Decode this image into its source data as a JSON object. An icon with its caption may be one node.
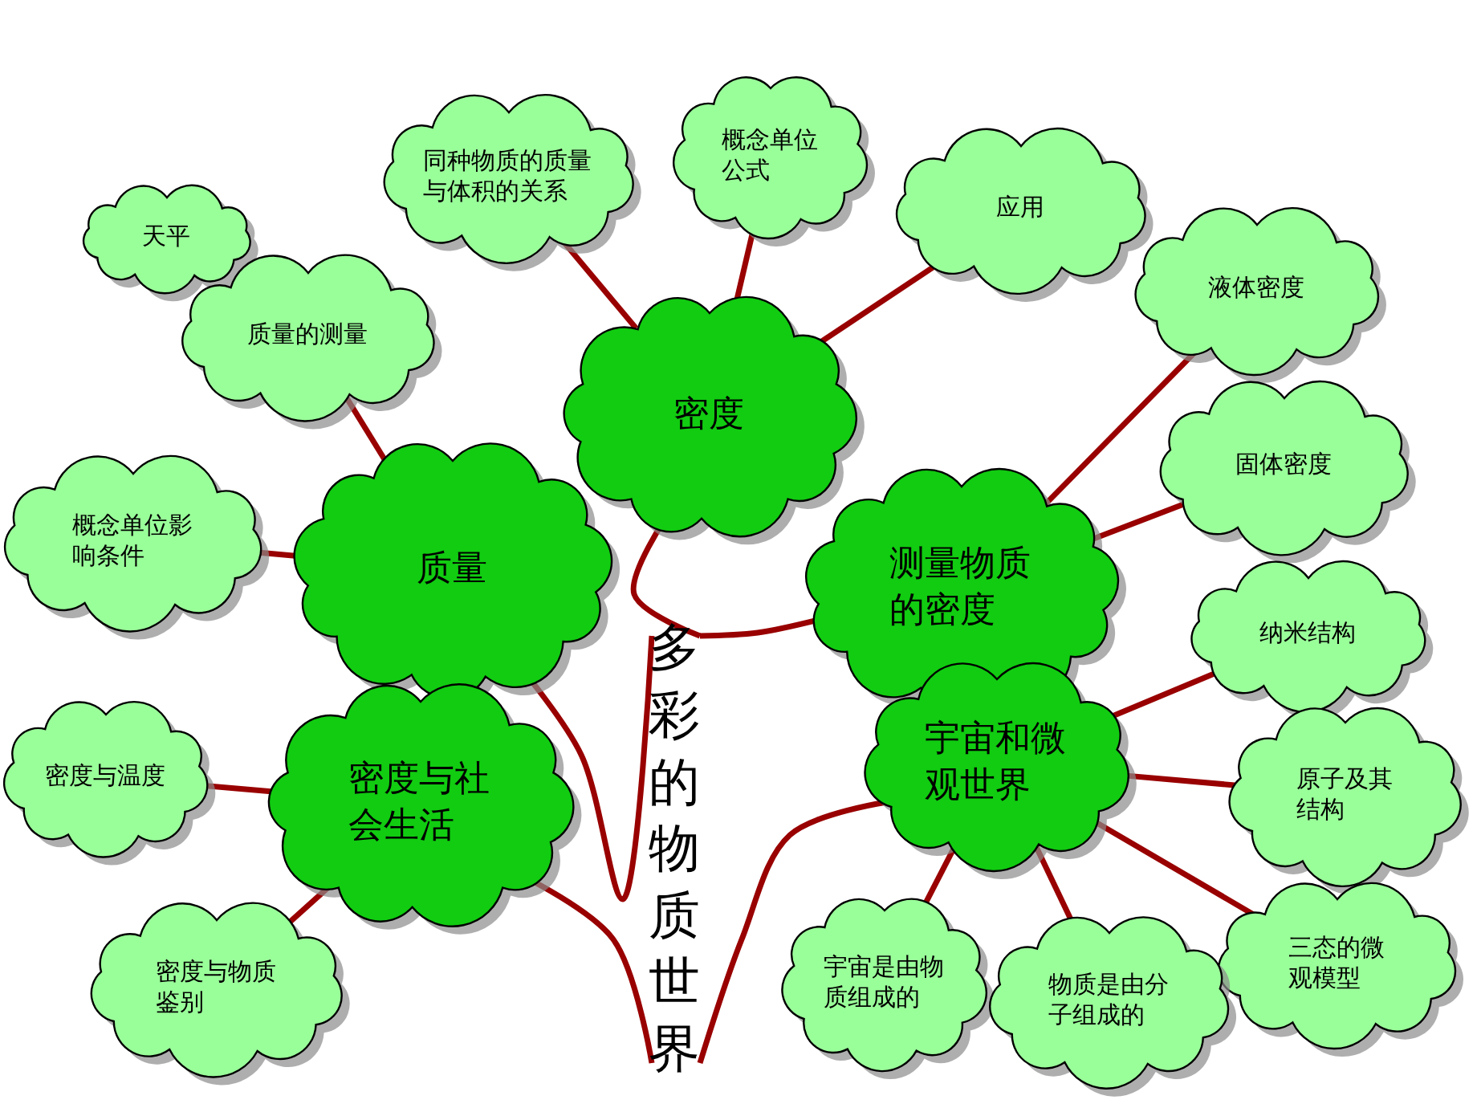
{
  "diagram": {
    "nodes": [
      {
        "text": [
          "多彩的物质世界"
        ]
      },
      {
        "text": [
          "密度"
        ]
      },
      {
        "text": [
          "同种物质的质量与体积的关系"
        ]
      },
      {
        "text": [
          "概念单位公式"
        ]
      },
      {
        "text": [
          "应用"
        ]
      },
      {
        "text": [
          "质量"
        ]
      },
      {
        "text": [
          "天平"
        ]
      },
      {
        "text": [
          "质量的测量"
        ]
      },
      {
        "text": [
          "概念单位影响条件"
        ]
      },
      {
        "text": [
          "测量物质的密度"
        ]
      },
      {
        "text": [
          "液体密度"
        ]
      },
      {
        "text": [
          "固体密度"
        ]
      },
      {
        "text": [
          "密度与社会生活"
        ]
      },
      {
        "text": [
          "密度与温度"
        ]
      },
      {
        "text": [
          "密度与物质鉴别"
        ]
      },
      {
        "text": [
          "宇宙和微观世界"
        ]
      },
      {
        "text": [
          "纳米结构"
        ]
      },
      {
        "text": [
          "原子及其结构"
        ]
      },
      {
        "text": [
          "三态的微观模型"
        ]
      },
      {
        "text": [
          "宇宙是由物质组成的"
        ]
      },
      {
        "text": [
          "物质是由分子组成的"
        ]
      }
    ],
    "edges": [
      {
        "from": 0,
        "to": 1,
        "arrow": "none"
      },
      {
        "from": 0,
        "to": 5,
        "arrow": "none"
      },
      {
        "from": 0,
        "to": 9,
        "arrow": "none"
      },
      {
        "from": 0,
        "to": 12,
        "arrow": "none"
      },
      {
        "from": 0,
        "to": 15,
        "arrow": "none"
      },
      {
        "from": 1,
        "to": 2,
        "arrow": "none"
      },
      {
        "from": 1,
        "to": 3,
        "arrow": "none"
      },
      {
        "from": 1,
        "to": 4,
        "arrow": "none"
      },
      {
        "from": 5,
        "to": 7,
        "arrow": "none"
      },
      {
        "from": 5,
        "to": 8,
        "arrow": "none"
      },
      {
        "from": 9,
        "to": 10,
        "arrow": "none"
      },
      {
        "from": 9,
        "to": 11,
        "arrow": "none"
      },
      {
        "from": 12,
        "to": 13,
        "arrow": "none"
      },
      {
        "from": 12,
        "to": 14,
        "arrow": "none"
      },
      {
        "from": 15,
        "to": 16,
        "arrow": "none"
      },
      {
        "from": 15,
        "to": 17,
        "arrow": "none"
      },
      {
        "from": 15,
        "to": 18,
        "arrow": "none"
      },
      {
        "from": 15,
        "to": 19,
        "arrow": "none"
      },
      {
        "from": 15,
        "to": 20,
        "arrow": "none"
      }
    ]
  }
}
